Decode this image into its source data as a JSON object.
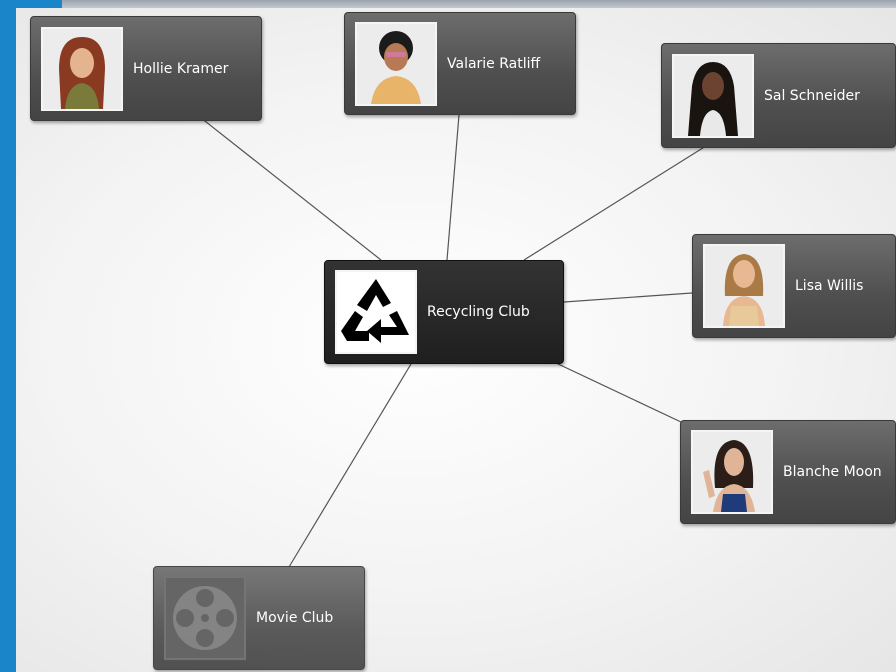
{
  "hub": {
    "label": "Recycling Club",
    "icon": "recycle-icon"
  },
  "members": [
    {
      "name": "Hollie Kramer",
      "hair": "#8a3a20",
      "top": "#7a7a3a",
      "skin": "#e3b48e"
    },
    {
      "name": "Valarie Ratliff",
      "hair": "#1b1b1b",
      "top": "#e8b46a",
      "skin": "#b77a55"
    },
    {
      "name": "Sal Schneider",
      "hair": "#1a1410",
      "top": "#e9e9e9",
      "skin": "#6b4330"
    },
    {
      "name": "Lisa Willis",
      "hair": "#a97a45",
      "top": "#e7c99a",
      "skin": "#e7b892"
    },
    {
      "name": "Blanche Moon",
      "hair": "#2b1e18",
      "top": "#1f3b7a",
      "skin": "#e0b497"
    }
  ],
  "other_club": {
    "label": "Movie Club",
    "icon": "film-reel-icon"
  }
}
